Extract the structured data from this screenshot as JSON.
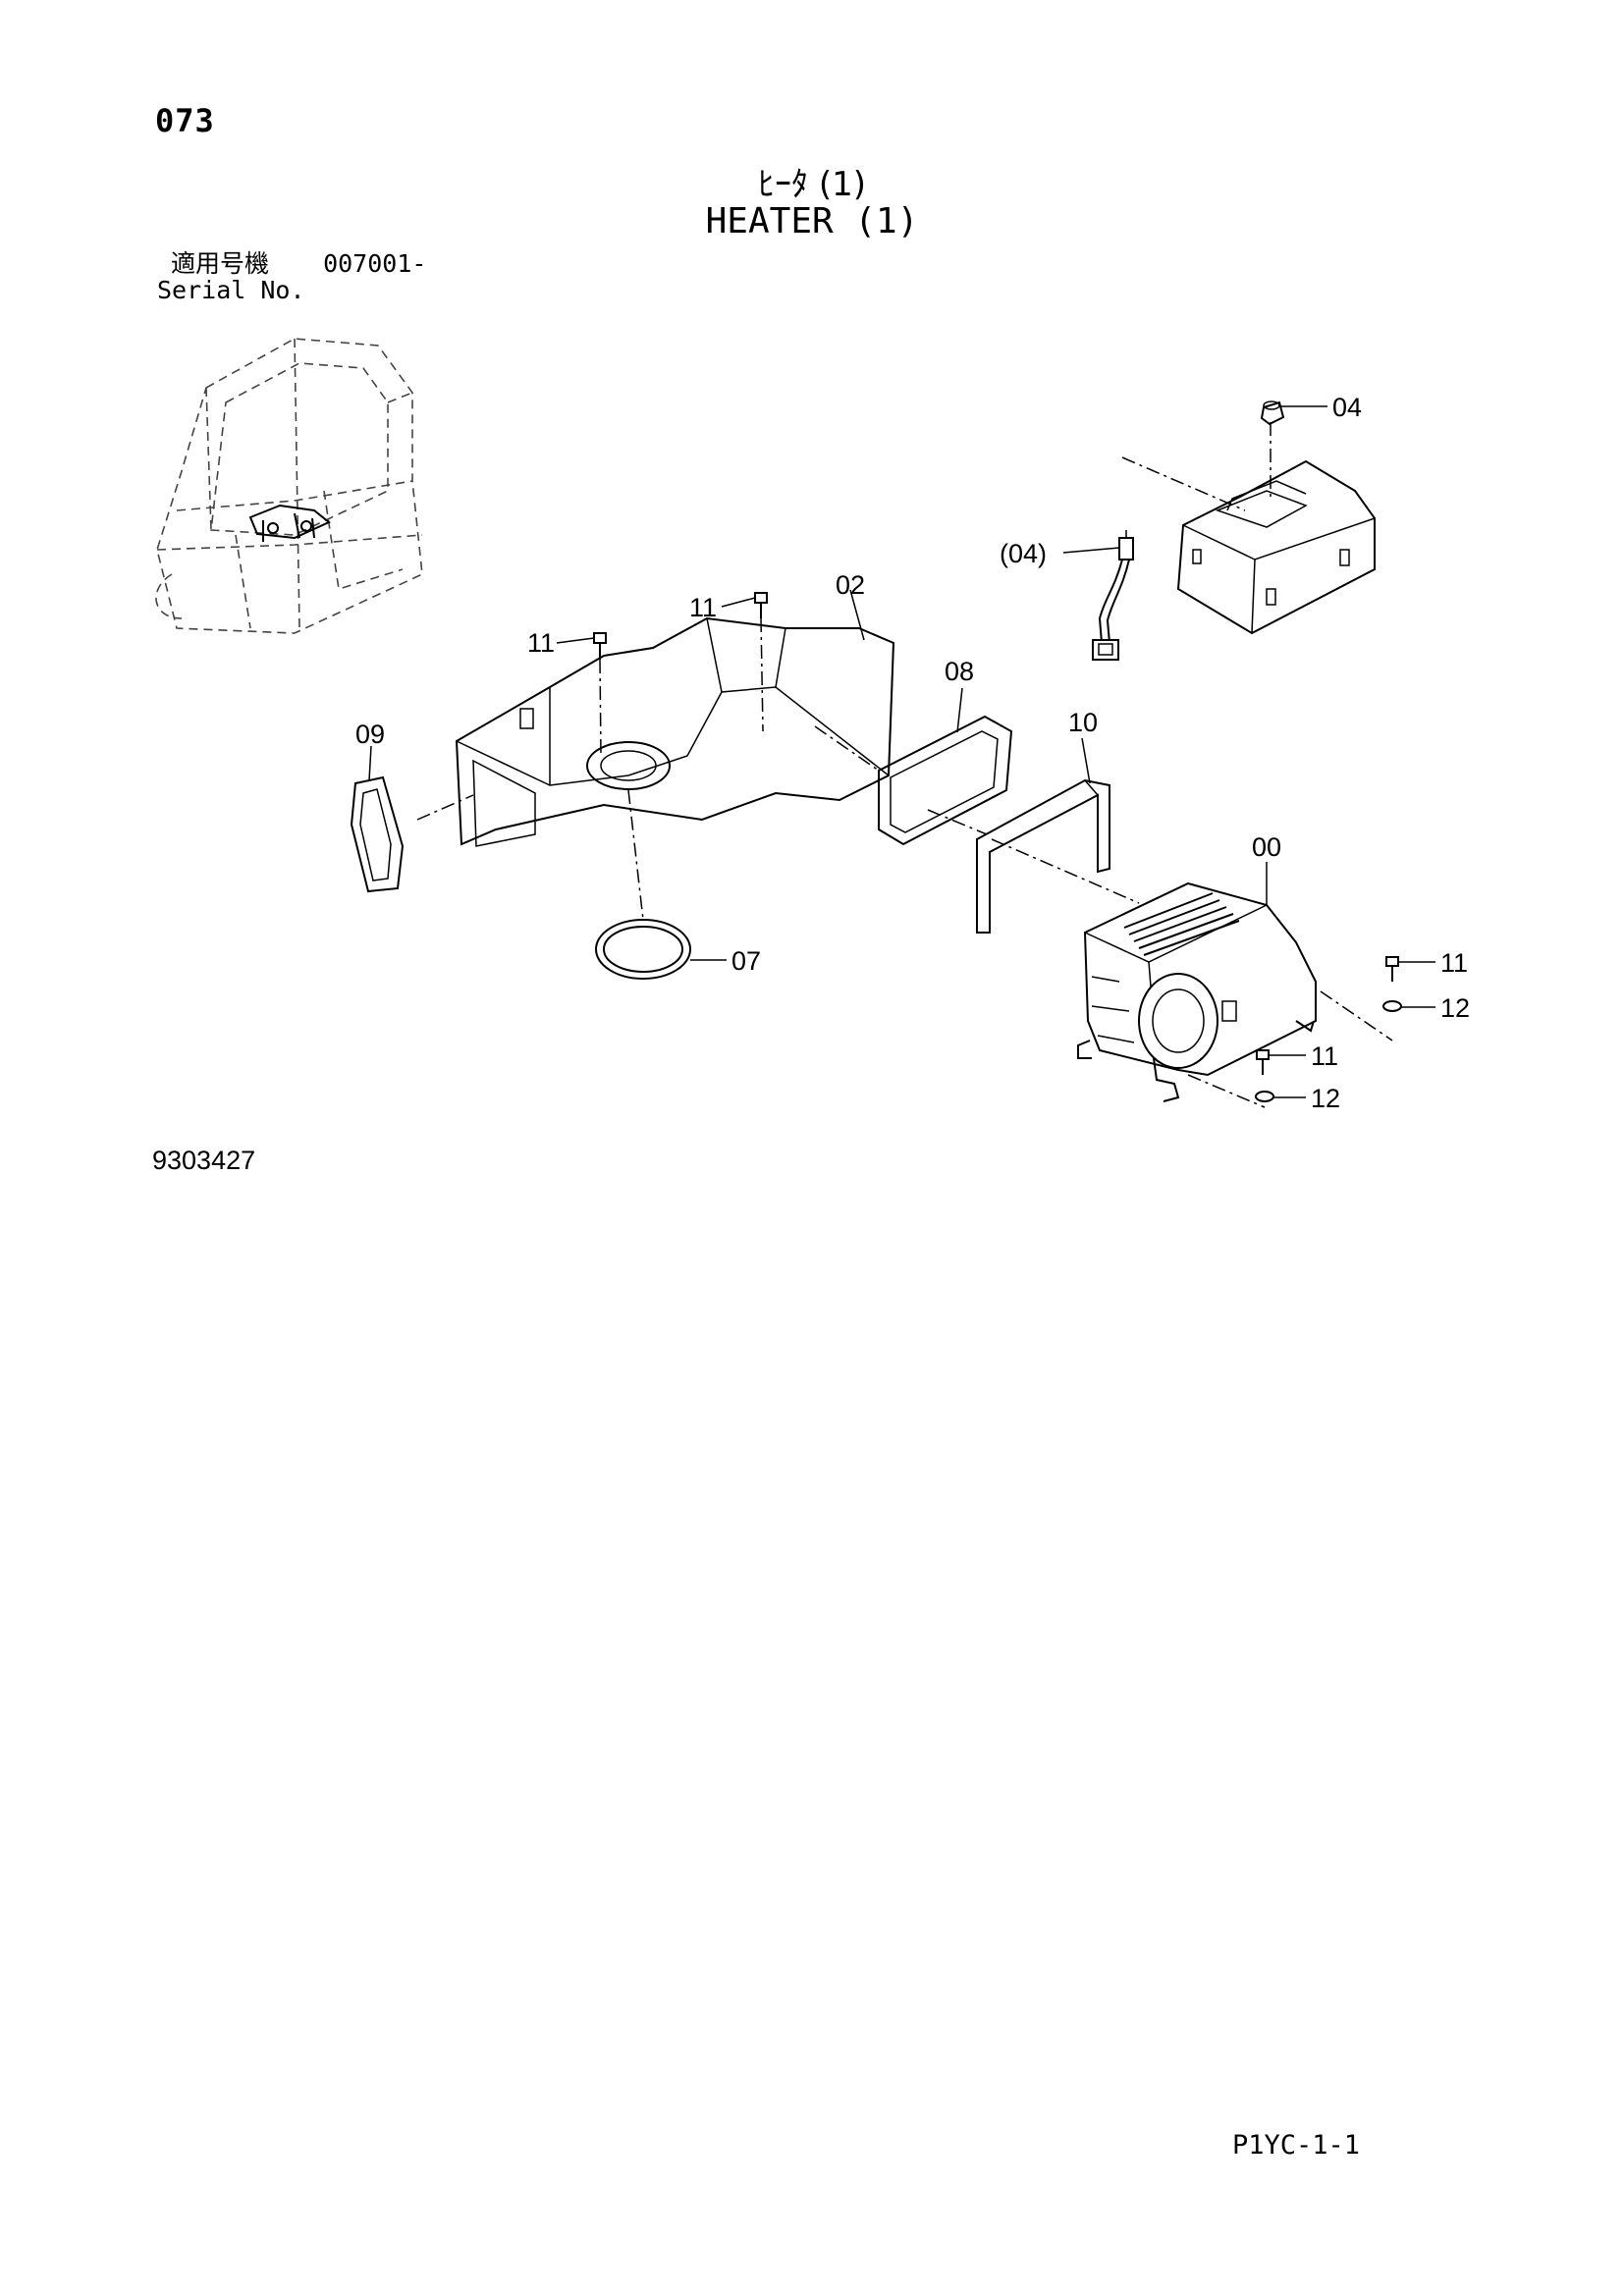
{
  "page": {
    "number": "073",
    "title_jp": "ﾋｰﾀ (1)",
    "title_en": "HEATER (1)",
    "serial_label_jp": "適用号機",
    "serial_value": "007001-",
    "serial_label_en": "Serial No.",
    "drawing_number": "9303427",
    "page_code": "P1YC-1-1"
  },
  "callouts": [
    {
      "id": "04",
      "text": "04"
    },
    {
      "id": "04-ref",
      "text": "(04)"
    },
    {
      "id": "02",
      "text": "02"
    },
    {
      "id": "11-a",
      "text": "11"
    },
    {
      "id": "11-b",
      "text": "11"
    },
    {
      "id": "09",
      "text": "09"
    },
    {
      "id": "08",
      "text": "08"
    },
    {
      "id": "10",
      "text": "10"
    },
    {
      "id": "00",
      "text": "00"
    },
    {
      "id": "07",
      "text": "07"
    },
    {
      "id": "11-c",
      "text": "11"
    },
    {
      "id": "12-a",
      "text": "12"
    },
    {
      "id": "11-d",
      "text": "11"
    },
    {
      "id": "12-b",
      "text": "12"
    }
  ]
}
